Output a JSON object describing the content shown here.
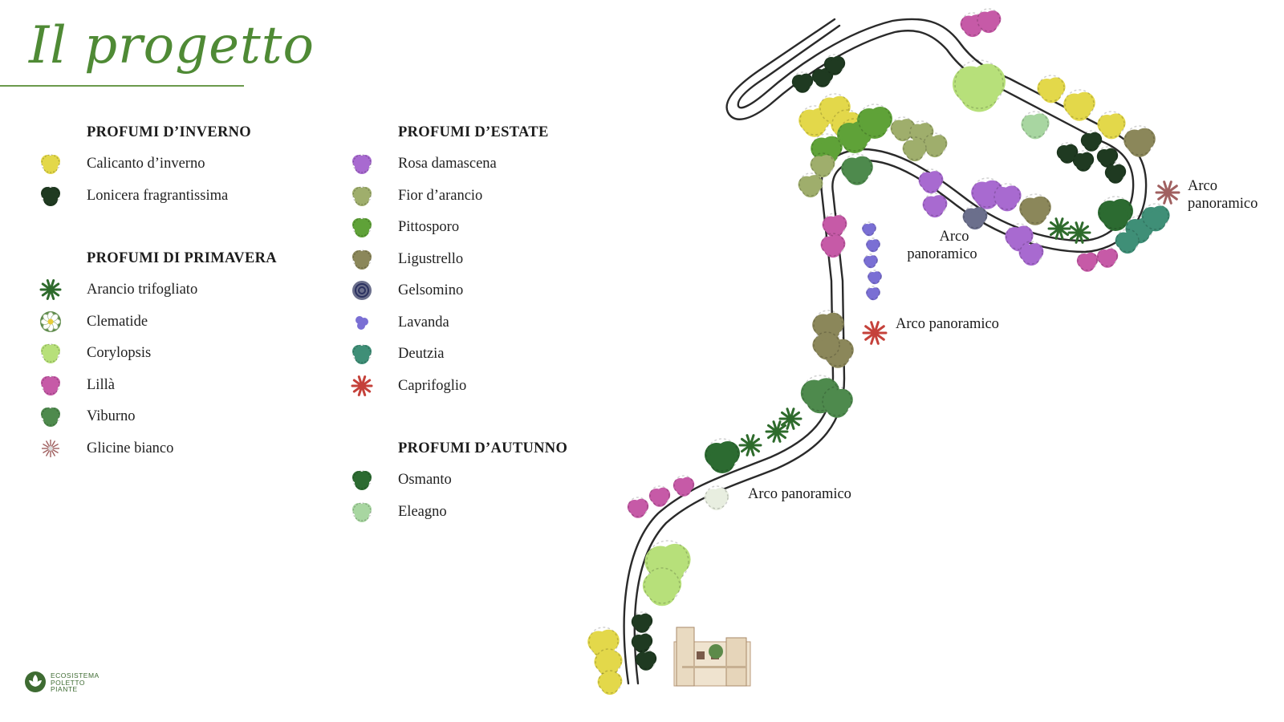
{
  "title": "Il progetto",
  "legend": {
    "inverno": {
      "heading": "PROFUMI D’INVERNO",
      "items": [
        {
          "label": "Calicanto d’inverno",
          "icon": "yellow-flower-shrub-icon",
          "color": "#e3d84a"
        },
        {
          "label": "Lonicera fragrantissima",
          "icon": "dark-green-shrub-icon",
          "color": "#1f3a21"
        }
      ]
    },
    "primavera": {
      "heading": "PROFUMI DI PRIMAVERA",
      "items": [
        {
          "label": "Arancio trifogliato",
          "icon": "spiky-green-plant-icon",
          "color": "#2e6b2c"
        },
        {
          "label": "Clematide",
          "icon": "white-flower-icon",
          "color": "#ffffff"
        },
        {
          "label": "Corylopsis",
          "icon": "light-green-shrub-icon",
          "color": "#b7e07a"
        },
        {
          "label": "Lillà",
          "icon": "pink-flower-shrub-icon",
          "color": "#c65aa7"
        },
        {
          "label": "Viburno",
          "icon": "green-shrub-icon",
          "color": "#4e8a4d"
        },
        {
          "label": "Glicine bianco",
          "icon": "wisteria-icon",
          "color": "#a06060"
        }
      ]
    },
    "estate": {
      "heading": "PROFUMI D’ESTATE",
      "items": [
        {
          "label": "Rosa damascena",
          "icon": "purple-rose-icon",
          "color": "#a86ad0"
        },
        {
          "label": "Fior d’arancio",
          "icon": "olive-shrub-icon",
          "color": "#9fae6c"
        },
        {
          "label": "Pittosporo",
          "icon": "green-round-shrub-icon",
          "color": "#5fa238"
        },
        {
          "label": "Ligustrello",
          "icon": "khaki-shrub-icon",
          "color": "#8b875a"
        },
        {
          "label": "Gelsomino",
          "icon": "spiral-flower-icon",
          "color": "#2b3160"
        },
        {
          "label": "Lavanda",
          "icon": "lavender-icon",
          "color": "#7a6fd4"
        },
        {
          "label": "Deutzia",
          "icon": "teal-shrub-icon",
          "color": "#3f8f77"
        },
        {
          "label": "Caprifoglio",
          "icon": "red-star-flower-icon",
          "color": "#c5413a"
        }
      ]
    },
    "autunno": {
      "heading": "PROFUMI D’AUTUNNO",
      "items": [
        {
          "label": "Osmanto",
          "icon": "dark-leaf-shrub-icon",
          "color": "#2c6b31"
        },
        {
          "label": "Eleagno",
          "icon": "pale-green-shrub-icon",
          "color": "#a8d6a1"
        }
      ]
    }
  },
  "map": {
    "arch_labels": [
      "Arco panoramico",
      "Arco",
      "panoramico",
      "Arco",
      "panoramico",
      "Arco panoramico"
    ],
    "path_color": "#2a2a2a"
  },
  "logo": {
    "line1": "ECOSISTEMA",
    "line2": "POLETTO",
    "line3": "PIANTE",
    "color": "#3e6b32"
  }
}
